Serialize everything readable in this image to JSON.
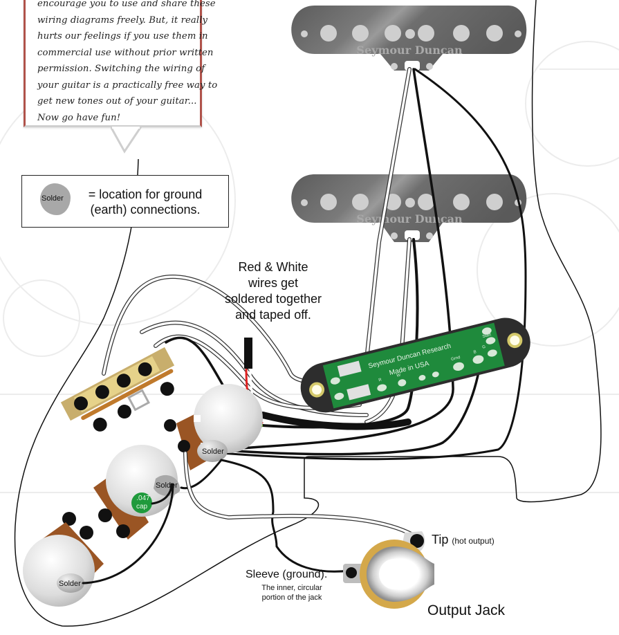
{
  "note": {
    "lines": [
      "encourage you to use and share these",
      "wiring diagrams freely. But, it really",
      "hurts our feelings if you use them in",
      "commercial use without prior written",
      "permission. Switching the wiring of",
      "your guitar is a practically free way to",
      "get new tones out of your guitar...",
      "Now go have fun!"
    ]
  },
  "legend": {
    "blob_label": "Solder",
    "line1": "= location for ground",
    "line2": "(earth) connections."
  },
  "pickups": [
    {
      "name": "neck-pickup",
      "brand": "Seymour Duncan"
    },
    {
      "name": "middle-pickup",
      "brand": "Seymour Duncan"
    }
  ],
  "bridge_pcb": {
    "line1": "Seymour Duncan Research",
    "line2": "Made in USA",
    "pads": [
      "R",
      "W",
      "Grnd",
      "B",
      "G",
      "Start"
    ]
  },
  "annotations": {
    "red_white": [
      "Red & White",
      "wires get",
      "soldered together",
      "and taped off."
    ],
    "tip": "Tip",
    "tip_sub": "(hot output)",
    "sleeve": "Sleeve (ground).",
    "sleeve_sub1": "The inner, circular",
    "sleeve_sub2": "portion of the jack",
    "output_jack": "Output Jack"
  },
  "solder_labels": [
    "Solder",
    "Solder",
    "Solder"
  ],
  "capacitor": {
    "value": ".047",
    "unit": "cap"
  },
  "colors": {
    "pickup_cover": "#6b6b6b",
    "pcb_green": "#1f8a3c",
    "pcb_frame": "#2d2d2d",
    "pot_body": "#d9d9d9",
    "pot_lug_board": "#9a5524",
    "switch_base": "#d8c27a",
    "note_border": "#b0524a",
    "wire_red": "#e02020",
    "wire_green": "#7dc242",
    "jack_ring": "#d4a84a"
  }
}
